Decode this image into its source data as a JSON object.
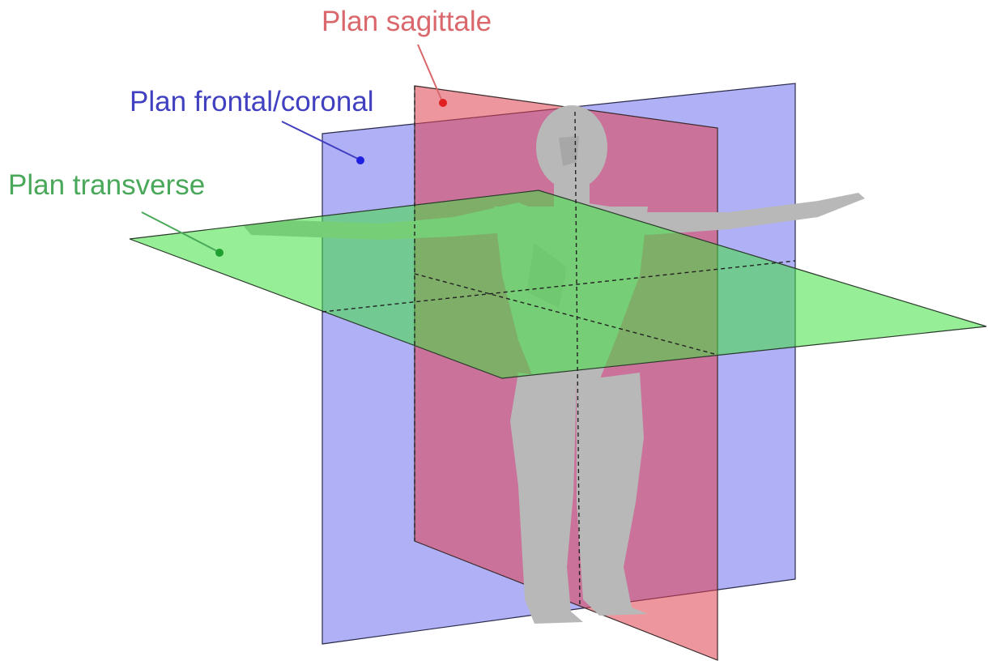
{
  "labels": {
    "sagittal": {
      "text": "Plan sagittale",
      "color": "#d9676b"
    },
    "frontal": {
      "text": "Plan frontal/coronal",
      "color": "#4040c0"
    },
    "transverse": {
      "text": "Plan transverse",
      "color": "#4aa85a"
    }
  },
  "planes": {
    "sagittal": {
      "fill": "#e0404f",
      "opacity": 0.55
    },
    "frontal": {
      "fill": "#7070f0",
      "opacity": 0.55
    },
    "transverse": {
      "fill": "#40e040",
      "opacity": 0.55
    }
  },
  "figure": {
    "skin": "#b8b8b8",
    "skin_shade": "#8e8e8e"
  }
}
